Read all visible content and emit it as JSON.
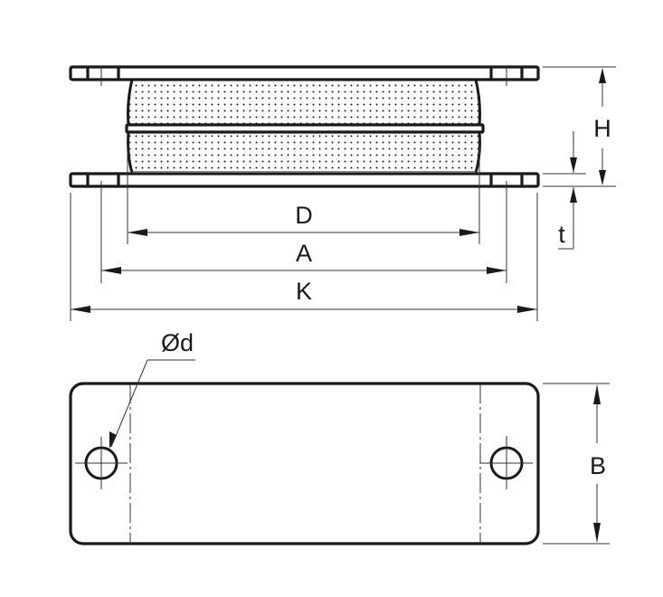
{
  "drawing": {
    "title": "Rubber-metal mount dimension drawing",
    "views": [
      "side-view",
      "top-view"
    ],
    "dimension_labels": {
      "H": "H",
      "t": "t",
      "D": "D",
      "A": "A",
      "K": "K",
      "d": "Ød",
      "B": "B"
    },
    "colors": {
      "line": "#1a1a1a",
      "background": "#ffffff"
    }
  }
}
